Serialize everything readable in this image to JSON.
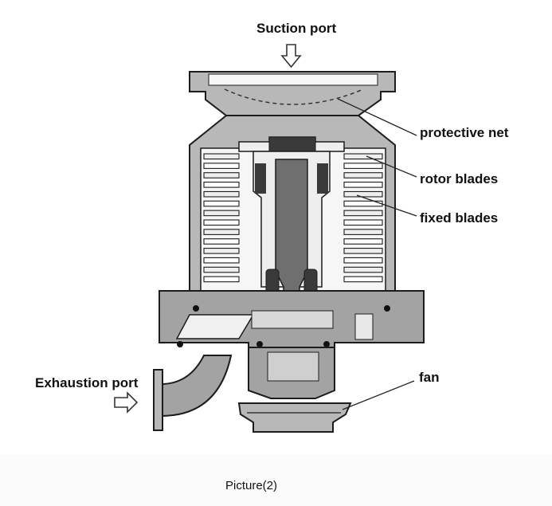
{
  "labels": {
    "suction_port": "Suction port",
    "protective_net": "protective net",
    "rotor_blades": "rotor blades",
    "fixed_blades": "fixed blades",
    "exhaustion_port": "Exhaustion port",
    "fan": "fan"
  },
  "caption": "Picture(2)",
  "colors": {
    "casing": "#b8b8b8",
    "casing_dark": "#8f8f8f",
    "base": "#a3a3a3",
    "shaft": "#6f6f6f",
    "rotor_dark": "#3a3a3a",
    "blade_light": "#eeeeee",
    "outline": "#1c1c1c",
    "interior": "#f6f6f6"
  },
  "blade_count": 14
}
